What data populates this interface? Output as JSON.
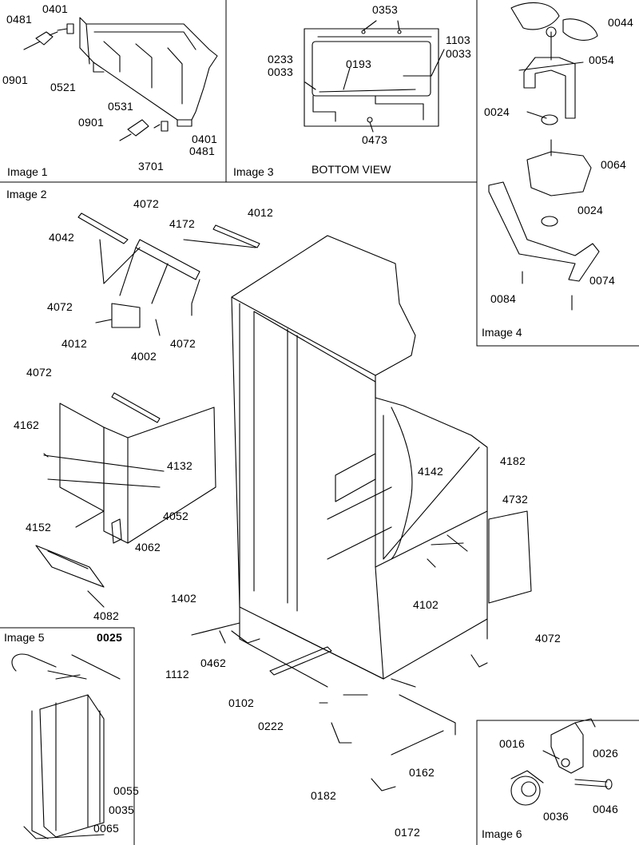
{
  "captions": {
    "image1": "Image 1",
    "image2": "Image 2",
    "image3": "Image 3",
    "image4": "Image 4",
    "image5": "Image 5",
    "image6": "Image 6",
    "bottom_view": "BOTTOM VIEW"
  },
  "parts": {
    "image1": [
      "0481",
      "0401",
      "0901",
      "0521",
      "0531",
      "0901",
      "0401",
      "0481",
      "3701"
    ],
    "image3": [
      "0353",
      "1103",
      "0033",
      "0233",
      "0033",
      "0193",
      "0473"
    ],
    "image4": [
      "0044",
      "0054",
      "0024",
      "0064",
      "0024",
      "0074",
      "0084"
    ],
    "image2": [
      "4072",
      "4172",
      "4012",
      "4042",
      "4072",
      "4002",
      "4072",
      "4012",
      "4072",
      "4162",
      "4132",
      "4152",
      "4052",
      "4062",
      "4082",
      "4142",
      "4182",
      "4732",
      "4072",
      "1402",
      "0462",
      "1112",
      "4102",
      "0102",
      "0222",
      "0162",
      "0182",
      "0172"
    ],
    "image5": [
      "0025",
      "0055",
      "0035",
      "0065"
    ],
    "image6": [
      "0016",
      "0026",
      "0036",
      "0046"
    ]
  }
}
